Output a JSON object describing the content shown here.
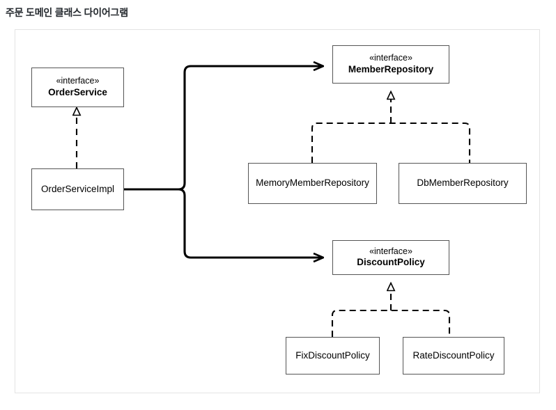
{
  "page": {
    "title": "주문 도메인 클래스 다이어그램"
  },
  "diagram": {
    "type": "uml-class-diagram",
    "colors": {
      "frame_border": "#e3e3e3",
      "box_border": "#555555",
      "box_fill": "#ffffff",
      "connector": "#000000",
      "title_text": "#24292e"
    },
    "stereotype_label": "«interface»",
    "nodes": [
      {
        "id": "order-service",
        "stereotype": "«interface»",
        "name": "OrderService",
        "kind": "interface"
      },
      {
        "id": "order-service-impl",
        "stereotype": "",
        "name": "OrderServiceImpl",
        "kind": "class"
      },
      {
        "id": "member-repository",
        "stereotype": "«interface»",
        "name": "MemberRepository",
        "kind": "interface"
      },
      {
        "id": "memory-member-repository",
        "stereotype": "",
        "name": "MemoryMemberRepository",
        "kind": "class"
      },
      {
        "id": "db-member-repository",
        "stereotype": "",
        "name": "DbMemberRepository",
        "kind": "class"
      },
      {
        "id": "discount-policy",
        "stereotype": "«interface»",
        "name": "DiscountPolicy",
        "kind": "interface"
      },
      {
        "id": "fix-discount-policy",
        "stereotype": "",
        "name": "FixDiscountPolicy",
        "kind": "class"
      },
      {
        "id": "rate-discount-policy",
        "stereotype": "",
        "name": "RateDiscountPolicy",
        "kind": "class"
      }
    ],
    "edges": [
      {
        "from": "order-service-impl",
        "to": "order-service",
        "type": "realization"
      },
      {
        "from": "memory-member-repository",
        "to": "member-repository",
        "type": "realization"
      },
      {
        "from": "db-member-repository",
        "to": "member-repository",
        "type": "realization"
      },
      {
        "from": "fix-discount-policy",
        "to": "discount-policy",
        "type": "realization"
      },
      {
        "from": "rate-discount-policy",
        "to": "discount-policy",
        "type": "realization"
      },
      {
        "from": "order-service-impl",
        "to": "member-repository",
        "type": "association"
      },
      {
        "from": "order-service-impl",
        "to": "discount-policy",
        "type": "association"
      }
    ]
  }
}
